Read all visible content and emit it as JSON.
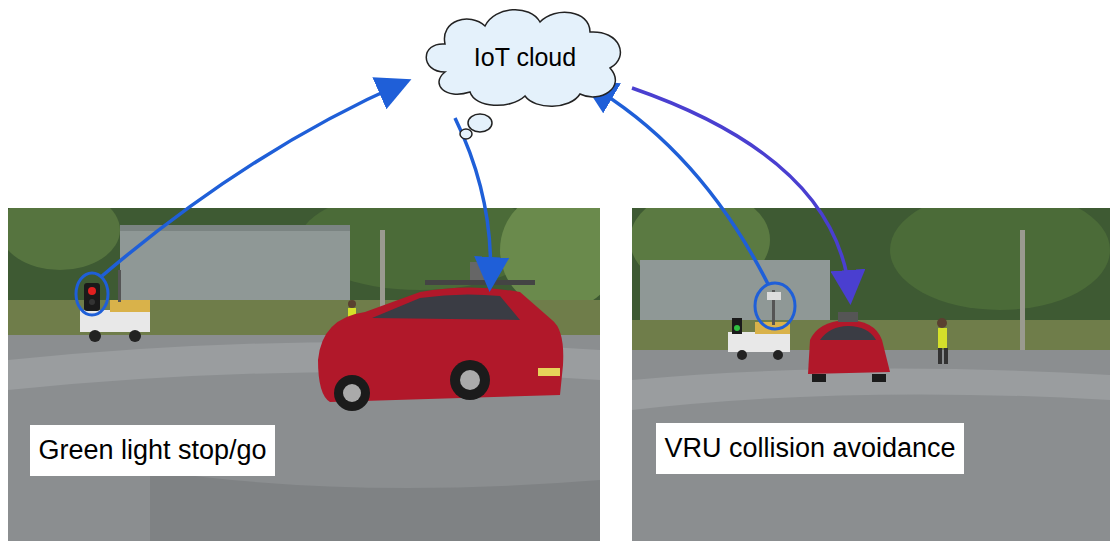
{
  "diagram": {
    "nodes": [
      {
        "text": [
          "IoT cloud"
        ]
      },
      {
        "text": [
          "Green light stop/go"
        ]
      },
      {
        "text": [
          "VRU collision avoidance"
        ]
      }
    ]
  }
}
